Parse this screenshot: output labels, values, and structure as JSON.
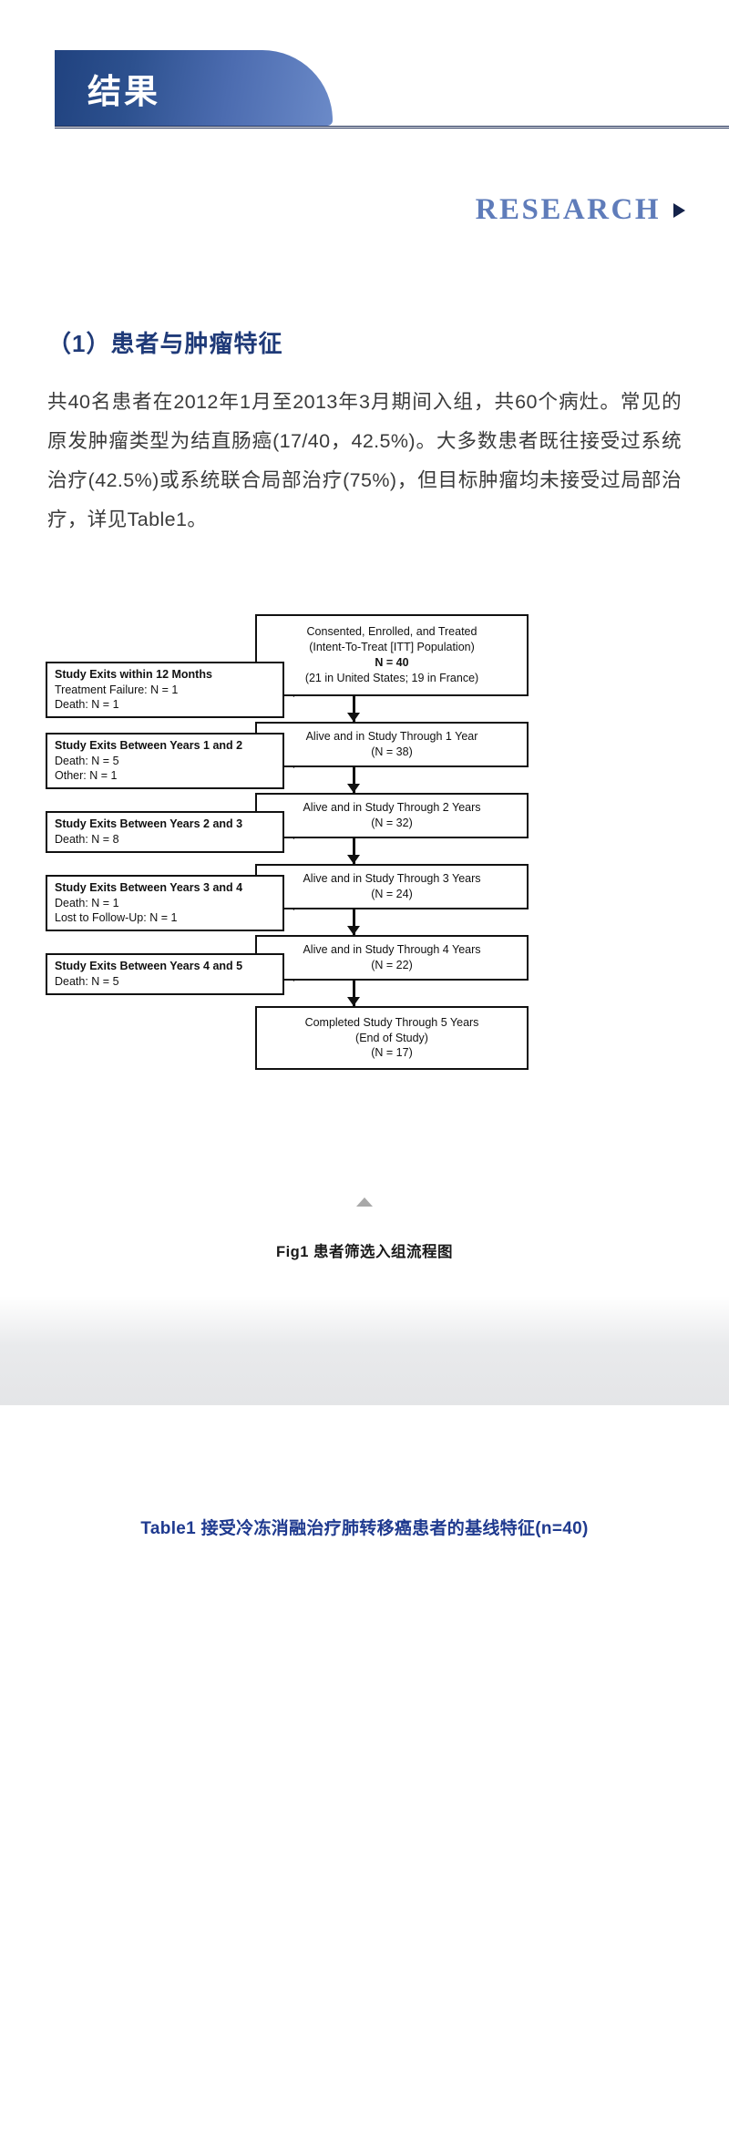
{
  "header": {
    "banner_title": "结果",
    "research_label": "RESEARCH",
    "caret_icon": "triangle-right-icon",
    "banner_gradient_from": "#20427f",
    "banner_gradient_to": "#6b8ac8",
    "research_color": "#5f7cba",
    "rule_color": "#1b2a52"
  },
  "section": {
    "heading": "（1）患者与肿瘤特征",
    "heading_color": "#1f3a78",
    "paragraph": "共40名患者在2012年1月至2013年3月期间入组，共60个病灶。常见的原发肿瘤类型为结直肠癌(17/40，42.5%)。大多数患者既往接受过系统治疗(42.5%)或系统联合局部治疗(75%)，但目标肿瘤均未接受过局部治疗，详见Table1。"
  },
  "flowchart": {
    "main_nodes": [
      {
        "id": "enrolled",
        "lines": [
          "Consented, Enrolled, and Treated",
          "(Intent-To-Treat [ITT] Population)",
          "N = 40",
          "(21 in United States; 19 in France)"
        ],
        "bold_lines": [
          2
        ]
      },
      {
        "id": "year1",
        "lines": [
          "Alive and in Study Through 1 Year",
          "(N = 38)"
        ],
        "bold_lines": []
      },
      {
        "id": "year2",
        "lines": [
          "Alive and in Study Through 2 Years",
          "(N = 32)"
        ],
        "bold_lines": []
      },
      {
        "id": "year3",
        "lines": [
          "Alive and in Study Through 3 Years",
          "(N = 24)"
        ],
        "bold_lines": []
      },
      {
        "id": "year4",
        "lines": [
          "Alive and in Study Through 4 Years",
          "(N = 22)"
        ],
        "bold_lines": []
      },
      {
        "id": "year5",
        "lines": [
          "Completed Study Through 5 Years",
          "(End of Study)",
          "(N = 17)"
        ],
        "bold_lines": []
      }
    ],
    "exit_nodes": [
      {
        "id": "exit-12-months",
        "title": "Study Exits within 12 Months",
        "items": [
          "Treatment Failure: N = 1",
          "Death: N = 1"
        ]
      },
      {
        "id": "exit-years-1-2",
        "title": "Study Exits Between Years 1 and 2",
        "items": [
          "Death: N = 5",
          "Other: N = 1"
        ]
      },
      {
        "id": "exit-years-2-3",
        "title": "Study Exits Between Years 2 and 3",
        "items": [
          "Death: N = 8"
        ]
      },
      {
        "id": "exit-years-3-4",
        "title": "Study Exits Between Years 3 and 4",
        "items": [
          "Death: N = 1",
          "Lost to Follow-Up: N = 1"
        ]
      },
      {
        "id": "exit-years-4-5",
        "title": "Study Exits Between Years 4 and 5",
        "items": [
          "Death: N = 5"
        ]
      }
    ]
  },
  "figure": {
    "up_icon": "triangle-up-icon",
    "caption": "Fig1 患者筛选入组流程图"
  },
  "table_section": {
    "caption": "Table1 接受冷冻消融治疗肺转移癌患者的基线特征(n=40)",
    "caption_color": "#1f3a8f"
  }
}
